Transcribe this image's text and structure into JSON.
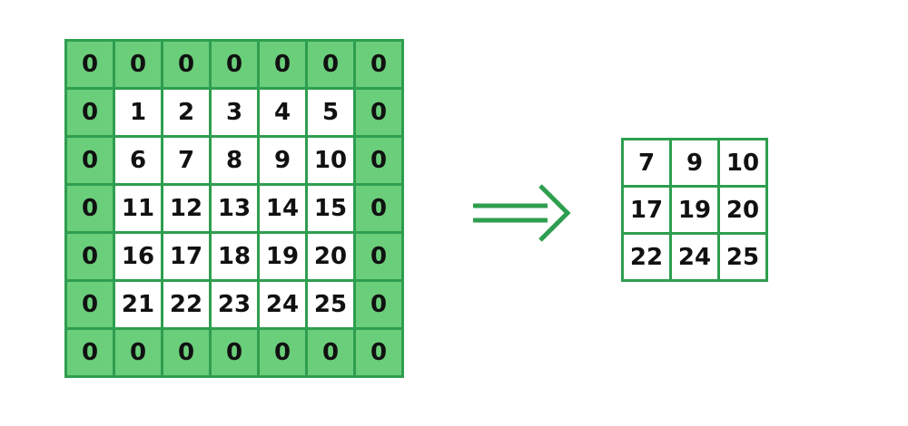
{
  "figure": {
    "type": "diagram",
    "description": "zero-padded-matrix-to-cropped-matrix",
    "colors": {
      "pad_fill": "#6BCE7B",
      "inner_fill": "#FFFFFF",
      "grid_line": "#2E9E4F",
      "arrow": "#2E9E4F",
      "digit": "#111111",
      "background": "#FFFFFF"
    }
  },
  "padded_grid": {
    "name": "padded-matrix",
    "rows": 7,
    "cols": 7,
    "pad_value": "0",
    "cells": [
      [
        {
          "v": "0",
          "k": "pad"
        },
        {
          "v": "0",
          "k": "pad"
        },
        {
          "v": "0",
          "k": "pad"
        },
        {
          "v": "0",
          "k": "pad"
        },
        {
          "v": "0",
          "k": "pad"
        },
        {
          "v": "0",
          "k": "pad"
        },
        {
          "v": "0",
          "k": "pad"
        }
      ],
      [
        {
          "v": "0",
          "k": "pad"
        },
        {
          "v": "1",
          "k": "inner"
        },
        {
          "v": "2",
          "k": "inner"
        },
        {
          "v": "3",
          "k": "inner"
        },
        {
          "v": "4",
          "k": "inner"
        },
        {
          "v": "5",
          "k": "inner"
        },
        {
          "v": "0",
          "k": "pad"
        }
      ],
      [
        {
          "v": "0",
          "k": "pad"
        },
        {
          "v": "6",
          "k": "inner"
        },
        {
          "v": "7",
          "k": "inner"
        },
        {
          "v": "8",
          "k": "inner"
        },
        {
          "v": "9",
          "k": "inner"
        },
        {
          "v": "10",
          "k": "inner"
        },
        {
          "v": "0",
          "k": "pad"
        }
      ],
      [
        {
          "v": "0",
          "k": "pad"
        },
        {
          "v": "11",
          "k": "inner"
        },
        {
          "v": "12",
          "k": "inner"
        },
        {
          "v": "13",
          "k": "inner"
        },
        {
          "v": "14",
          "k": "inner"
        },
        {
          "v": "15",
          "k": "inner"
        },
        {
          "v": "0",
          "k": "pad"
        }
      ],
      [
        {
          "v": "0",
          "k": "pad"
        },
        {
          "v": "16",
          "k": "inner"
        },
        {
          "v": "17",
          "k": "inner"
        },
        {
          "v": "18",
          "k": "inner"
        },
        {
          "v": "19",
          "k": "inner"
        },
        {
          "v": "20",
          "k": "inner"
        },
        {
          "v": "0",
          "k": "pad"
        }
      ],
      [
        {
          "v": "0",
          "k": "pad"
        },
        {
          "v": "21",
          "k": "inner"
        },
        {
          "v": "22",
          "k": "inner"
        },
        {
          "v": "23",
          "k": "inner"
        },
        {
          "v": "24",
          "k": "inner"
        },
        {
          "v": "25",
          "k": "inner"
        },
        {
          "v": "0",
          "k": "pad"
        }
      ],
      [
        {
          "v": "0",
          "k": "pad"
        },
        {
          "v": "0",
          "k": "pad"
        },
        {
          "v": "0",
          "k": "pad"
        },
        {
          "v": "0",
          "k": "pad"
        },
        {
          "v": "0",
          "k": "pad"
        },
        {
          "v": "0",
          "k": "pad"
        },
        {
          "v": "0",
          "k": "pad"
        }
      ]
    ]
  },
  "arrow": {
    "name": "double-line-right-arrow",
    "glyph": "double-arrow-right-icon"
  },
  "result_grid": {
    "name": "result-matrix",
    "rows": 3,
    "cols": 3,
    "cells": [
      [
        {
          "v": "7"
        },
        {
          "v": "9"
        },
        {
          "v": "10"
        }
      ],
      [
        {
          "v": "17"
        },
        {
          "v": "19"
        },
        {
          "v": "20"
        }
      ],
      [
        {
          "v": "22"
        },
        {
          "v": "24"
        },
        {
          "v": "25"
        }
      ]
    ]
  }
}
